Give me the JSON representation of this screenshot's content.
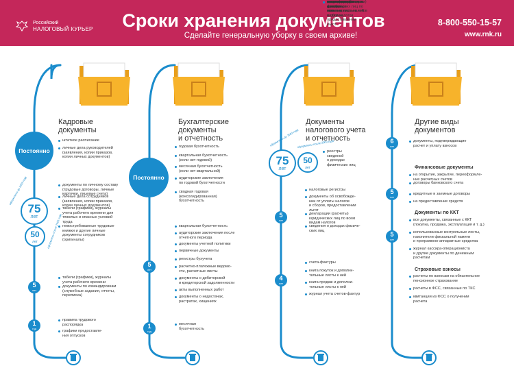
{
  "header": {
    "logo_line1": "Российский",
    "logo_line2": "НАЛОГОВЫЙ КУРЬЕР",
    "title": "Сроки хранения документов",
    "subtitle": "Сделайте генеральную уборку в своем архиве!",
    "phone": "8-800-550-15-57",
    "site": "www.rnk.ru"
  },
  "colors": {
    "brand": "#c4275a",
    "accent": "#1a8ccc",
    "folder": "#f7b32b"
  },
  "columns": [
    {
      "icon": "people-icon",
      "title": [
        "Кадровые",
        "документы"
      ]
    },
    {
      "icon": "document-icon",
      "title": [
        "Бухгалтерские",
        "документы",
        "и отчетность"
      ]
    },
    {
      "icon": "calculator-icon",
      "title": [
        "Документы",
        "налогового учета",
        "и отчетность"
      ]
    },
    {
      "icon": "binders-icon",
      "title": [
        "Другие виды",
        "документов"
      ]
    }
  ],
  "labels": {
    "permanent": "Постоянно",
    "years": "лет",
    "year1": "год",
    "n75": "75",
    "n50": "50",
    "n5": "5",
    "n4": "4",
    "n6": "6",
    "n1": "1",
    "before2003": "оформлены до 2003 года",
    "after2003": "оформлены после 2003 года"
  },
  "col1": [
    [
      "штатное расписание"
    ],
    [
      "личные дела руководителей",
      "(заявления, копии приказов,",
      "копии личных документов)"
    ],
    [
      "документы по личному составу",
      "(трудовые договоры, личные",
      "карточки, лицевые счета)"
    ],
    [
      "личные дела сотрудников",
      "(заявления, копии приказов,",
      "копии личных документов)"
    ],
    [
      "табели (графики), журналы",
      "учета рабочего времени для",
      "тяжелых и опасных условий",
      "труда"
    ],
    [
      "невостребованные трудовые",
      "книжки и другие личные",
      "документы сотрудников",
      "(оригиналы)"
    ],
    [
      "табели (графики), журналы",
      "учета рабочего времени"
    ],
    [
      "документы по командировкам",
      "(служебные задания, отчеты,",
      "переписка)"
    ],
    [
      "правила трудового",
      "распорядка"
    ],
    [
      "графики предоставле-",
      "ния отпусков"
    ]
  ],
  "col2": [
    [
      "годовая бухотчетность"
    ],
    [
      "квартальная бухотчетность",
      "(если нет годовой)"
    ],
    [
      "месячная бухотчетность",
      "(если нет квартальной)"
    ],
    [
      "аудиторские заключения",
      "по годовой бухотчетности"
    ],
    [
      "сводная годовая",
      "(консолидированная)",
      "бухотчетность"
    ],
    [
      "квартальная бухотчетность"
    ],
    [
      "аудиторские заключения после",
      "отчетного периода"
    ],
    [
      "документы учетной политики"
    ],
    [
      "первичные документы"
    ],
    [
      "регистры бухучета"
    ],
    [
      "расчетно-платежные ведомо-",
      "сти, расчетные листы"
    ],
    [
      "документы о дебиторской",
      "и кредиторской задолженности"
    ],
    [
      "акты выполненных работ"
    ],
    [
      "документы о недостачах,",
      "растратах, хищениях"
    ],
    [
      "месячная",
      "бухотчетность"
    ]
  ],
  "col3": [
    [
      "реестры",
      "сведений",
      "о доходах",
      "физических лиц"
    ],
    [
      "налоговые регистры"
    ],
    [
      "документы об освобожде-",
      "нии от уплаты налогов",
      "и сборов, предоставлении",
      "льгот"
    ],
    [
      "декларации (расчеты)",
      "юридических лиц по всем",
      "видам налогов"
    ],
    [
      "сведения о доходах физиче-",
      "ских лиц"
    ],
    [
      "счета-фактуры"
    ],
    [
      "книга покупок и дополни-",
      "тельные листы к ней"
    ],
    [
      "книга продаж и дополни-",
      "тельные листы к ней"
    ],
    [
      "журнал учета счетов-фактур"
    ]
  ],
  "col4": {
    "top": [
      [
        "документы, подтверждающие",
        "расчет и уплату взносов"
      ]
    ],
    "fin_title": "Финансовые документы",
    "fin": [
      [
        "на открытие, закрытие, переоформле-",
        "ние расчетных счетов"
      ],
      [
        "договоры банковского счета"
      ],
      [
        "кредитные и заемные договоры"
      ],
      [
        "на предоставление средств"
      ]
    ],
    "kkt_title": "Документы по ККТ",
    "kkt": [
      [
        "все документы, связанные с ККТ",
        "(покупка, продажа, эксплуатация и т. д.)"
      ],
      [
        "использованные контрольные ленты,",
        "накопители фискальной памяти",
        "и программно-аппаратные средства"
      ],
      [
        "журнал кассира-операциониста",
        "и другие документы по денежным",
        "расчетам"
      ]
    ],
    "ins_title": "Страховые взносы",
    "ins": [
      [
        "расчеты по взносам на обязательное",
        "пенсионное страхование"
      ],
      [
        "расчеты в ФСС, связанные по ТКС"
      ],
      [
        "квитанции из ФСС о получении",
        "расчета"
      ]
    ]
  }
}
